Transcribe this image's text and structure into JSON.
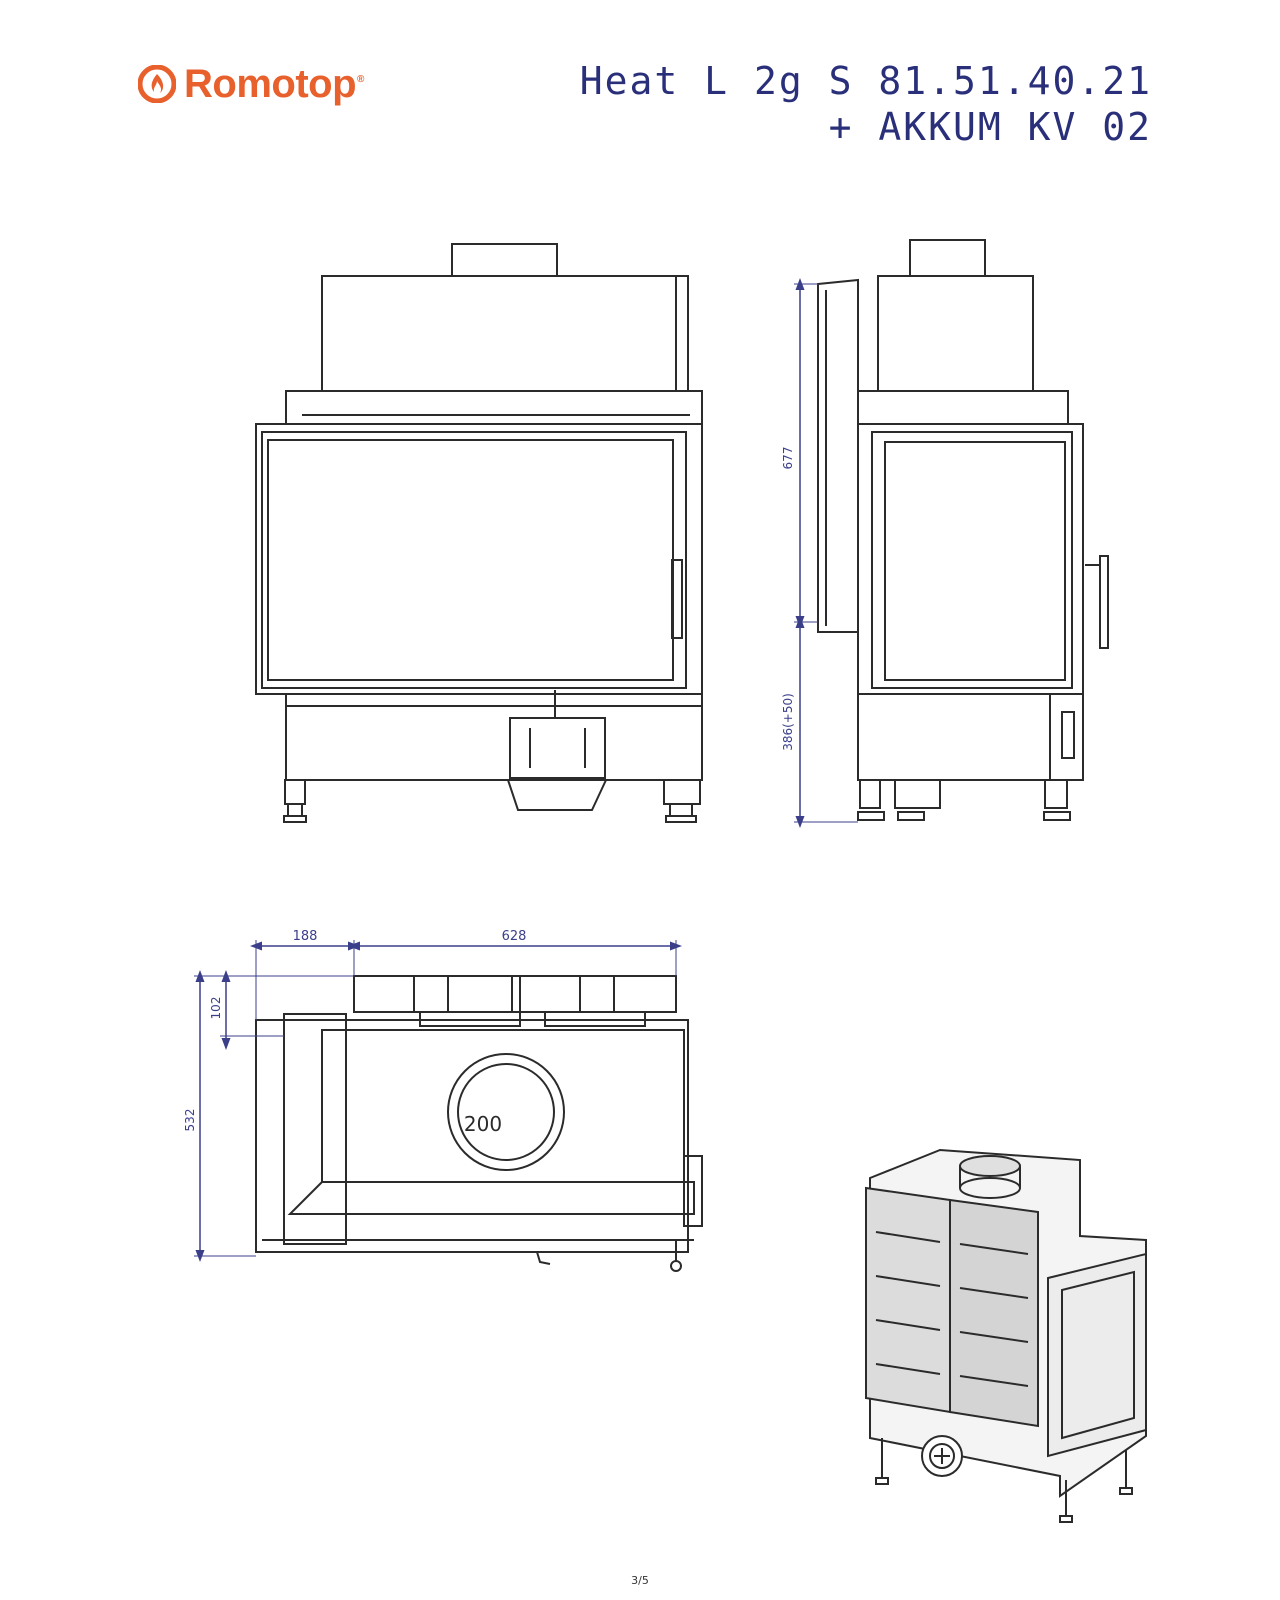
{
  "brand": {
    "name": "Romotop",
    "color": "#e8602c"
  },
  "title": {
    "line1": "Heat L 2g S 81.51.40.21",
    "line2": "+ AKKUM KV 02",
    "color": "#2a2f7a"
  },
  "dimensions": {
    "side_upper": "677",
    "side_lower": "386(+50)",
    "top_left": "188",
    "top_width": "628",
    "top_depth_small": "102",
    "top_depth": "532",
    "flue_diameter": "200"
  },
  "colors": {
    "line": "#2b2b2b",
    "dimension": "#3b3f8a"
  },
  "page_number": "3/5"
}
